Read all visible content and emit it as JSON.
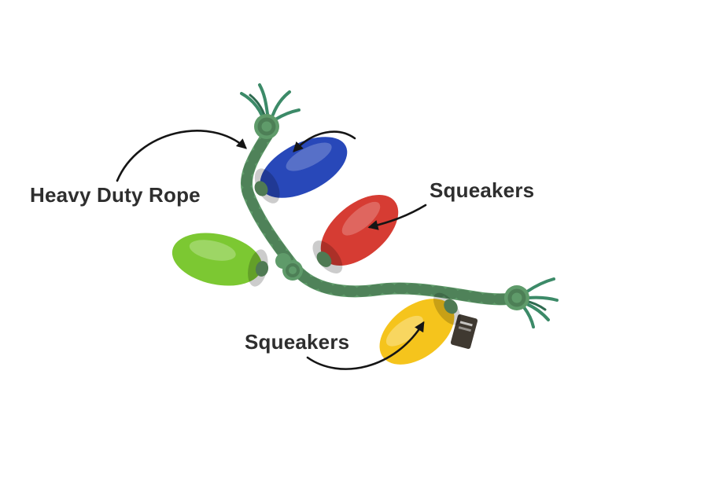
{
  "annotations": {
    "rope_label": "Heavy Duty Rope",
    "squeakers_right_label": "Squeakers",
    "squeakers_bottom_label": "Squeakers"
  },
  "colors": {
    "background": "#ffffff",
    "label_text": "#2e2e2e",
    "arrow": "#151515",
    "rope": "#5f9b6a",
    "rope_fringe": "#3c8a68",
    "rope_fringe_dark": "#2f6b50",
    "rope_wrap": "#4f7a53",
    "bulb_blue": "#2848b9",
    "bulb_red": "#d63c33",
    "bulb_green": "#7cc832",
    "bulb_yellow": "#f5c41c",
    "tag": "#3f3931"
  }
}
